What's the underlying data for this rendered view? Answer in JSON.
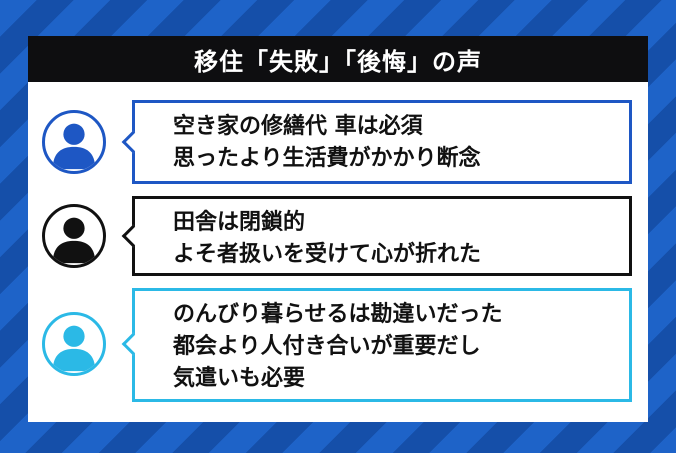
{
  "title": "移住「失敗」「後悔」の声",
  "voices": [
    {
      "avatar_icon": "person-icon",
      "color": "#1e57c4",
      "lines": [
        "空き家の修繕代 車は必須",
        "思ったより生活費がかかり断念"
      ]
    },
    {
      "avatar_icon": "person-icon",
      "color": "#111111",
      "lines": [
        "田舎は閉鎖的",
        "よそ者扱いを受けて心が折れた"
      ]
    },
    {
      "avatar_icon": "person-icon",
      "color": "#2bb9e6",
      "lines": [
        "のんびり暮らせるは勘違いだった",
        "都会より人付き合いが重要だし",
        "気遣いも必要"
      ]
    }
  ]
}
